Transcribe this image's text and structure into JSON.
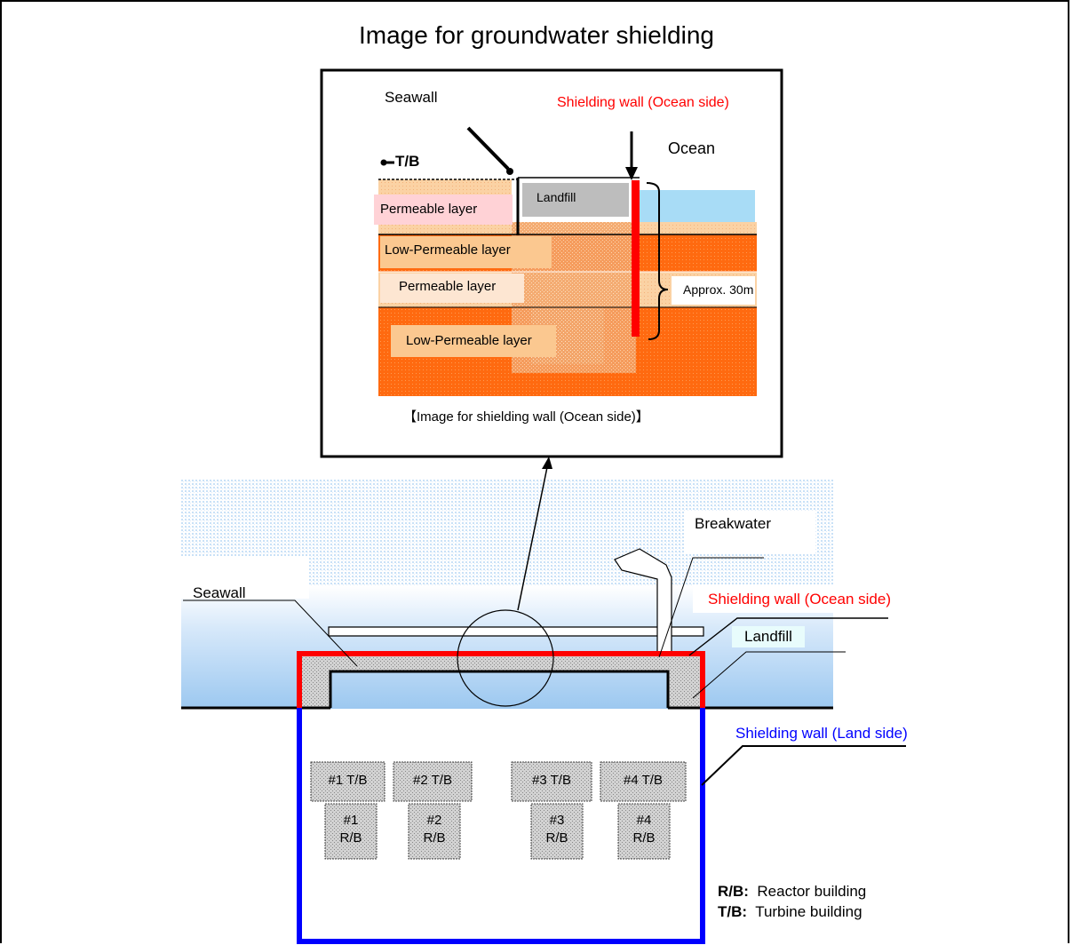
{
  "title": "Image for groundwater shielding",
  "inset": {
    "seawall": "Seawall",
    "shielding_wall_ocean": "Shielding wall (Ocean side)",
    "ocean": "Ocean",
    "tb_marker": "T/B",
    "landfill": "Landfill",
    "layers": [
      "Permeable layer",
      "Low-Permeable layer",
      "Permeable layer",
      "Low-Permeable layer"
    ],
    "depth": "Approx. 30m",
    "caption": "【Image for shielding wall (Ocean side)】"
  },
  "site": {
    "breakwater": "Breakwater",
    "seawall": "Seawall",
    "shielding_wall_ocean": "Shielding wall (Ocean side)",
    "landfill": "Landfill",
    "shielding_wall_land": "Shielding wall (Land side)",
    "turbine_buildings": [
      "#1 T/B",
      "#2 T/B",
      "#3 T/B",
      "#4 T/B"
    ],
    "reactor_buildings": [
      {
        "num": "#1",
        "code": "R/B"
      },
      {
        "num": "#2",
        "code": "R/B"
      },
      {
        "num": "#3",
        "code": "R/B"
      },
      {
        "num": "#4",
        "code": "R/B"
      }
    ],
    "legend": [
      {
        "abbr": "R/B:",
        "text": "Reactor building"
      },
      {
        "abbr": "T/B:",
        "text": "Turbine building"
      }
    ]
  },
  "colors": {
    "ocean_wall": "#ff0000",
    "land_wall": "#0000ff",
    "low_permeable": "#ff6a10",
    "permeable": "#fbd2a4",
    "sea": "#c6e0f8"
  }
}
